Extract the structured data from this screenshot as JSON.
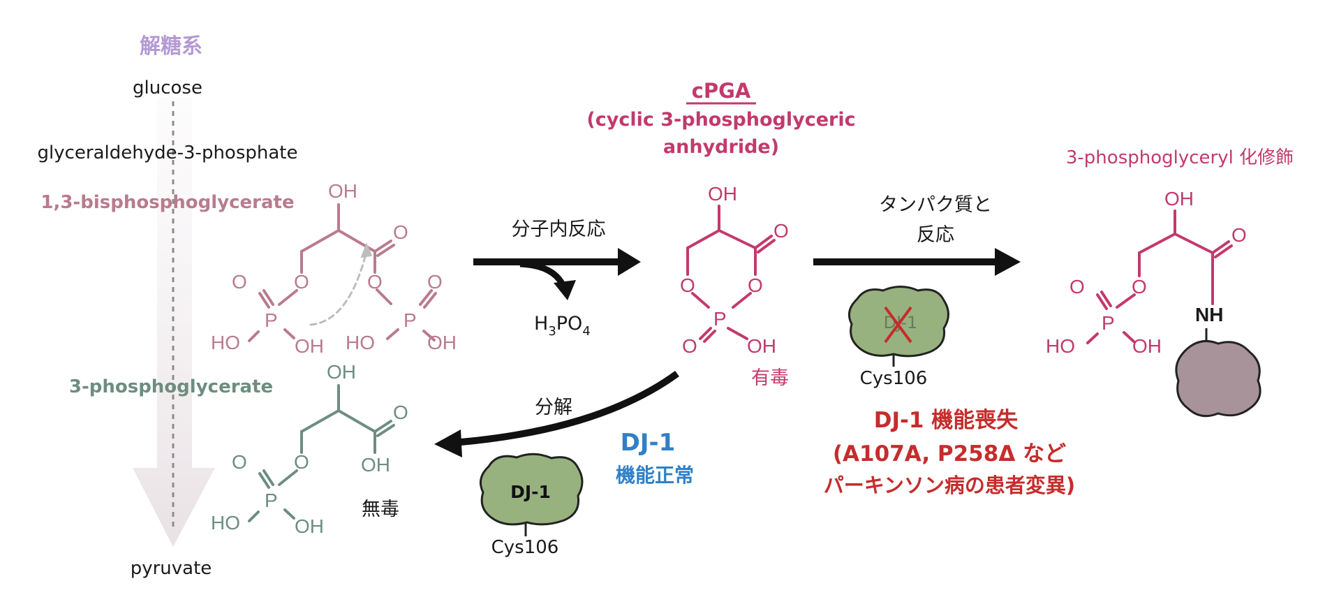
{
  "pathway": {
    "title": "解糖系",
    "glucose": "glucose",
    "g3p": "glyceraldehyde-3-phosphate",
    "bpg": "1,3-bisphosphoglycerate",
    "pg3": "3-phosphoglycerate",
    "pyruvate": "pyruvate"
  },
  "cpga": {
    "abbr": "cPGA",
    "full_line1": "(cyclic 3-phosphoglyceric",
    "full_line2": "anhydride)",
    "toxicity": "有毒"
  },
  "reactions": {
    "intramolecular": "分子内反応",
    "byproduct_h": "H",
    "byproduct_3": "3",
    "byproduct_po": "PO",
    "byproduct_4": "4",
    "protein_reaction_line1": "タンパク質と",
    "protein_reaction_line2": "反応",
    "decomposition": "分解"
  },
  "product": {
    "title": "3-phosphoglyceryl 化修飾",
    "nh": "NH"
  },
  "nontoxic": "無毒",
  "dj1_normal": {
    "protein_label": "DJ-1",
    "cys": "Cys106",
    "name": "DJ-1",
    "status": "機能正常"
  },
  "dj1_loss": {
    "protein_label": "DJ-1",
    "cys": "Cys106",
    "title": "DJ-1 機能喪失",
    "mutations": "(A107A, P258Δ など",
    "disease": "パーキンソン病の患者変異)"
  },
  "atoms": {
    "oh": "OH",
    "ho": "HO",
    "o": "O",
    "p": "P"
  },
  "colors": {
    "glycolysis_title": "#b39ad3",
    "bpg": "#b97b8d",
    "pg3": "#6d8d80",
    "cpga": "#c23a6c",
    "dj1_normal": "#2f80c8",
    "dj1_loss": "#c62c2c",
    "protein_green": "#98b27f",
    "protein_gray": "#a9939a",
    "arrow": "#111111"
  }
}
